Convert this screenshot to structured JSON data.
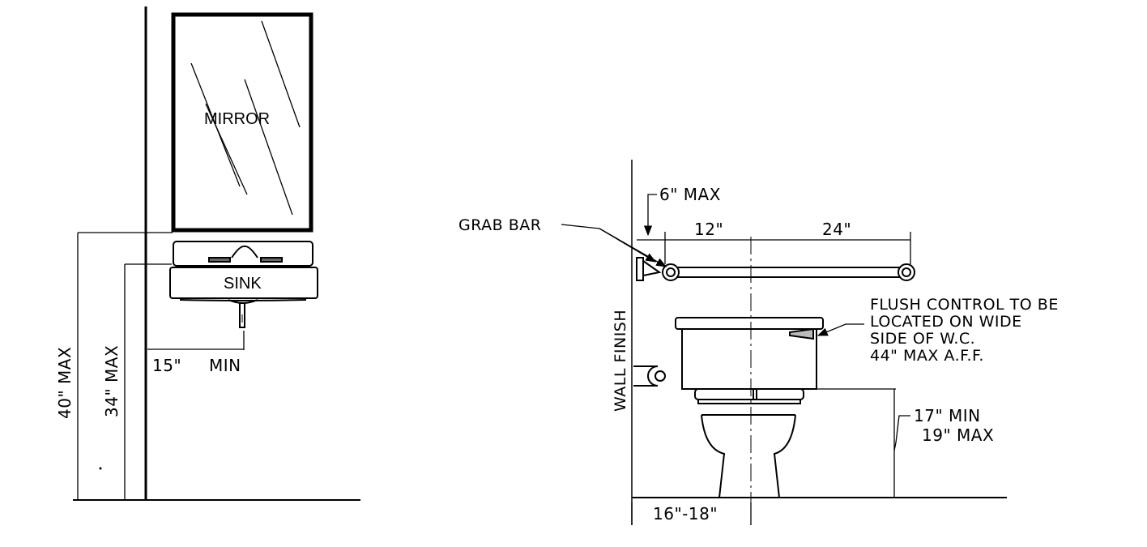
{
  "labels": {
    "mirror": "MIRROR",
    "sink": "SINK",
    "min_15": "15\"",
    "min_word": "MIN",
    "max_40": "40\" MAX",
    "max_34": "34\" MAX",
    "grab_bar": "GRAB BAR",
    "six_max": "6\" MAX",
    "twelve": "12\"",
    "twentyfour": "24\"",
    "wall_finish": "WALL FINISH",
    "flush_note": [
      "FLUSH CONTROL TO BE",
      "LOCATED ON WIDE",
      "SIDE OF W.C.",
      "44\" MAX A.F.F."
    ],
    "seat_min": "17\" MIN",
    "seat_max": "19\" MAX",
    "centerline": "16\"-18\""
  }
}
